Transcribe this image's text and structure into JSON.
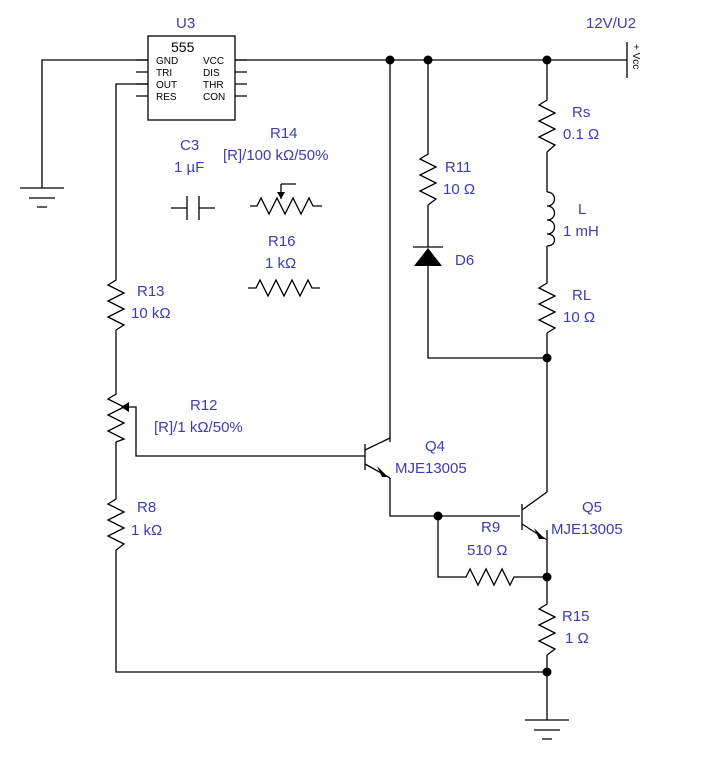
{
  "colors": {
    "label": "#3c3cb4",
    "wire": "#000000",
    "background": "#ffffff"
  },
  "ic": {
    "ref": "U3",
    "part": "555",
    "pins_left": [
      "GND",
      "TRI",
      "OUT",
      "RES"
    ],
    "pins_right": [
      "VCC",
      "DIS",
      "THR",
      "CON"
    ]
  },
  "supply": {
    "ref": "12V/U2",
    "symbol": "+ Vcc"
  },
  "components": {
    "c3": {
      "ref": "C3",
      "value": "1 µF"
    },
    "r14": {
      "ref": "R14",
      "value": "[R]/100 kΩ/50%"
    },
    "r16": {
      "ref": "R16",
      "value": "1 kΩ"
    },
    "r13": {
      "ref": "R13",
      "value": "10 kΩ"
    },
    "r12": {
      "ref": "R12",
      "value": "[R]/1 kΩ/50%"
    },
    "r8": {
      "ref": "R8",
      "value": "1 kΩ"
    },
    "r11": {
      "ref": "R11",
      "value": "10 Ω"
    },
    "d6": {
      "ref": "D6"
    },
    "rs": {
      "ref": "Rs",
      "value": "0.1 Ω"
    },
    "l": {
      "ref": "L",
      "value": "1 mH"
    },
    "rl": {
      "ref": "RL",
      "value": "10 Ω"
    },
    "q4": {
      "ref": "Q4",
      "value": "MJE13005"
    },
    "q5": {
      "ref": "Q5",
      "value": "MJE13005"
    },
    "r9": {
      "ref": "R9",
      "value": "510 Ω"
    },
    "r15": {
      "ref": "R15",
      "value": "1 Ω"
    }
  }
}
